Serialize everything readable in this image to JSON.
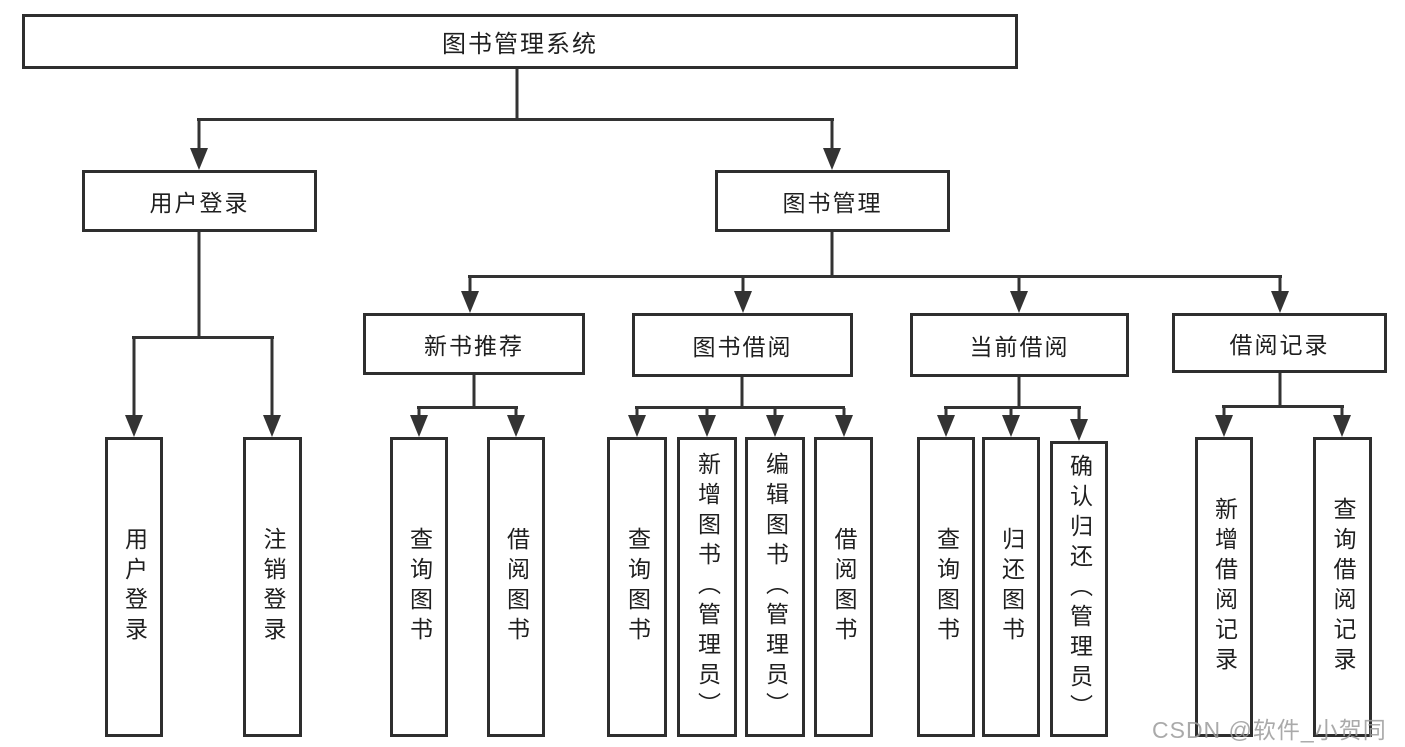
{
  "diagram": {
    "root": {
      "label": "图书管理系统"
    },
    "branches": [
      {
        "label": "用户登录",
        "children": [
          {
            "label": "用户登录"
          },
          {
            "label": "注销登录"
          }
        ]
      },
      {
        "label": "图书管理",
        "children": [
          {
            "label": "新书推荐",
            "children": [
              {
                "label": "查询图书"
              },
              {
                "label": "借阅图书"
              }
            ]
          },
          {
            "label": "图书借阅",
            "children": [
              {
                "label": "查询图书"
              },
              {
                "label": "新增图书（管理员）"
              },
              {
                "label": "编辑图书（管理员）"
              },
              {
                "label": "借阅图书"
              }
            ]
          },
          {
            "label": "当前借阅",
            "children": [
              {
                "label": "查询图书"
              },
              {
                "label": "归还图书"
              },
              {
                "label": "确认归还（管理员）"
              }
            ]
          },
          {
            "label": "借阅记录",
            "children": [
              {
                "label": "新增借阅记录"
              },
              {
                "label": "查询借阅记录"
              }
            ]
          }
        ]
      }
    ]
  },
  "watermark": {
    "text": "CSDN @软件_小贺同学"
  },
  "colors": {
    "line": "#333333",
    "border": "#2e2e2e",
    "text": "#1f1f1f",
    "watermark": "#9b9b9b",
    "background": "#ffffff"
  }
}
